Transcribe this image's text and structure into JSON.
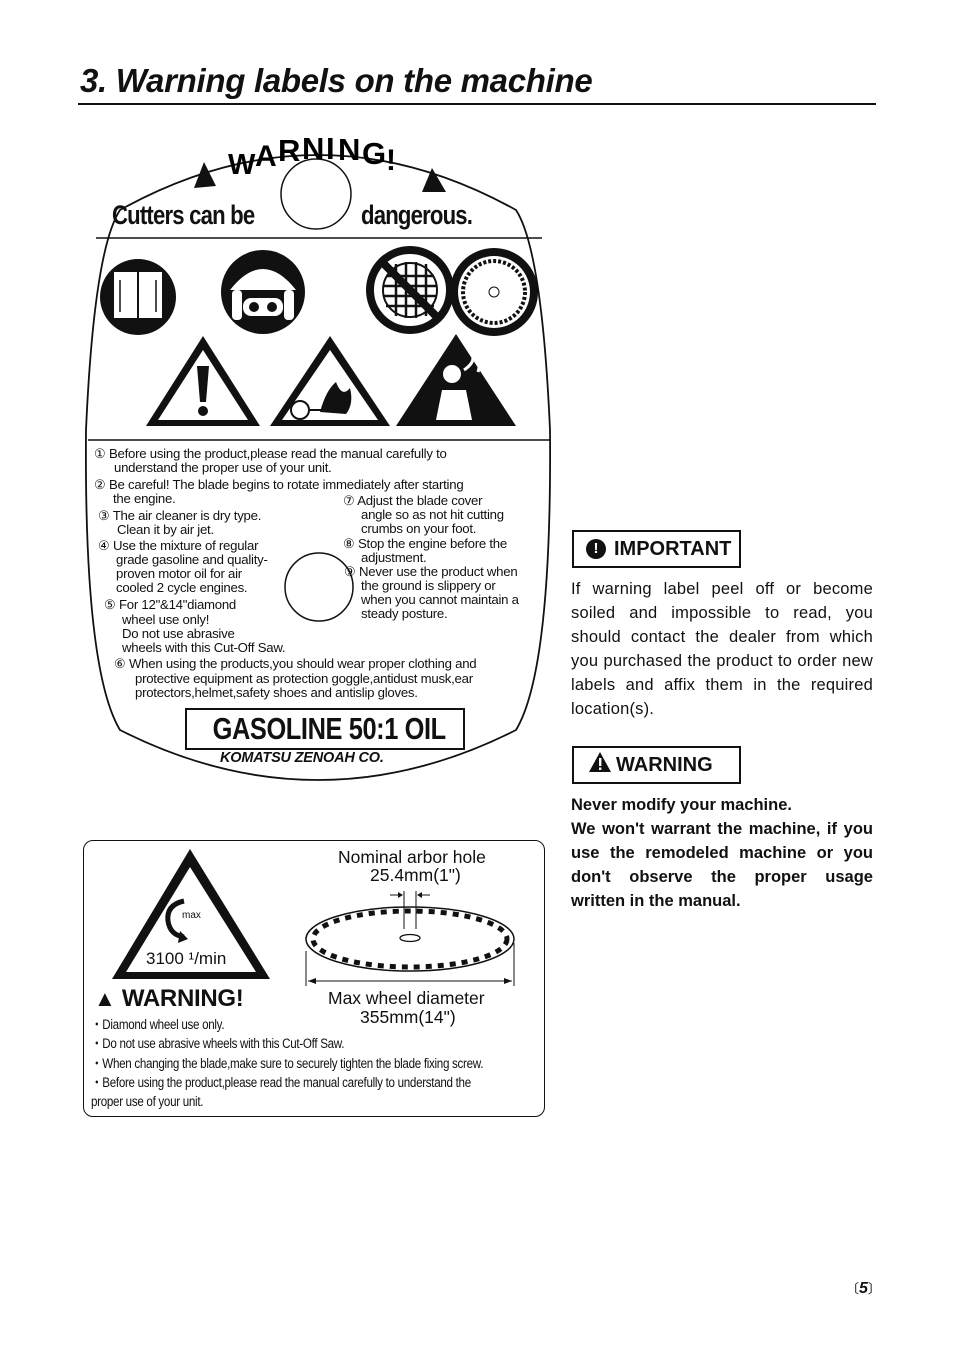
{
  "page": {
    "title": "3. Warning labels on the machine",
    "number": "5",
    "num_open": "〔",
    "num_close": "〕"
  },
  "label_main": {
    "header": "WARNING!",
    "subheader_left": "Cutters can be",
    "subheader_right": "dangerous.",
    "lines": [
      "① Before using the product,please read the manual carefully to",
      "understand the proper use of your unit.",
      "② Be careful!   The blade begins to rotate immediately after starting",
      "the engine.",
      "③ The air cleaner is dry type.",
      "Clean it by air jet.",
      "④ Use the mixture of regular",
      "grade gasoline and quality-",
      "proven motor oil for air",
      "cooled 2 cycle engines.",
      "⑤ For 12\"&14\"diamond",
      "wheel use only!",
      "Do not use abrasive",
      "wheels with this Cut-Off Saw.",
      "⑥ When using the products,you should wear proper clothing and",
      "protective equipment as protection goggle,antidust musk,ear",
      "protectors,helmet,safety shoes and antislip gloves.",
      "⑦ Adjust  the blade cover",
      "angle so as not hit cutting",
      "crumbs on your foot.",
      "⑧ Stop the engine before the",
      "adjustment.",
      "⑨ Never use the product when",
      "the ground is slippery or",
      "when you cannot maintain a",
      "steady posture."
    ],
    "fuel_box": "GASOLINE  50:1 OIL",
    "maker": "KOMATSU ZENOAH CO."
  },
  "label_wheel": {
    "arbor_line1": "Nominal arbor hole",
    "arbor_line2": "25.4mm(1\")",
    "diameter_line1": "Max wheel diameter",
    "diameter_line2": "355mm(14\")",
    "speed": "3100 ¹/min",
    "speed_tag": "max",
    "warning_title": "WARNING!",
    "bullets": [
      "・Diamond wheel use only.",
      "・Do not use abrasive wheels with this Cut-Off Saw.",
      "・When changing the blade,make sure to securely tighten the blade fixing screw.",
      "・Before using the product,please read the manual carefully to understand the",
      "  proper use of your unit."
    ]
  },
  "important": {
    "label": "IMPORTANT",
    "icon": "exclamation-circle-icon",
    "text": "If warning label peel off or become soiled and impossible to read, you should contact the dealer from which you purchased the product to order new labels and affix them in the required location(s)."
  },
  "warning": {
    "label": "WARNING",
    "icon": "warning-triangle-icon",
    "text_line1": "Never modify your machine.",
    "text_rest": "We won't warrant the machine, if you use the remodeled machine or you don't observe the proper usage written in the manual."
  }
}
